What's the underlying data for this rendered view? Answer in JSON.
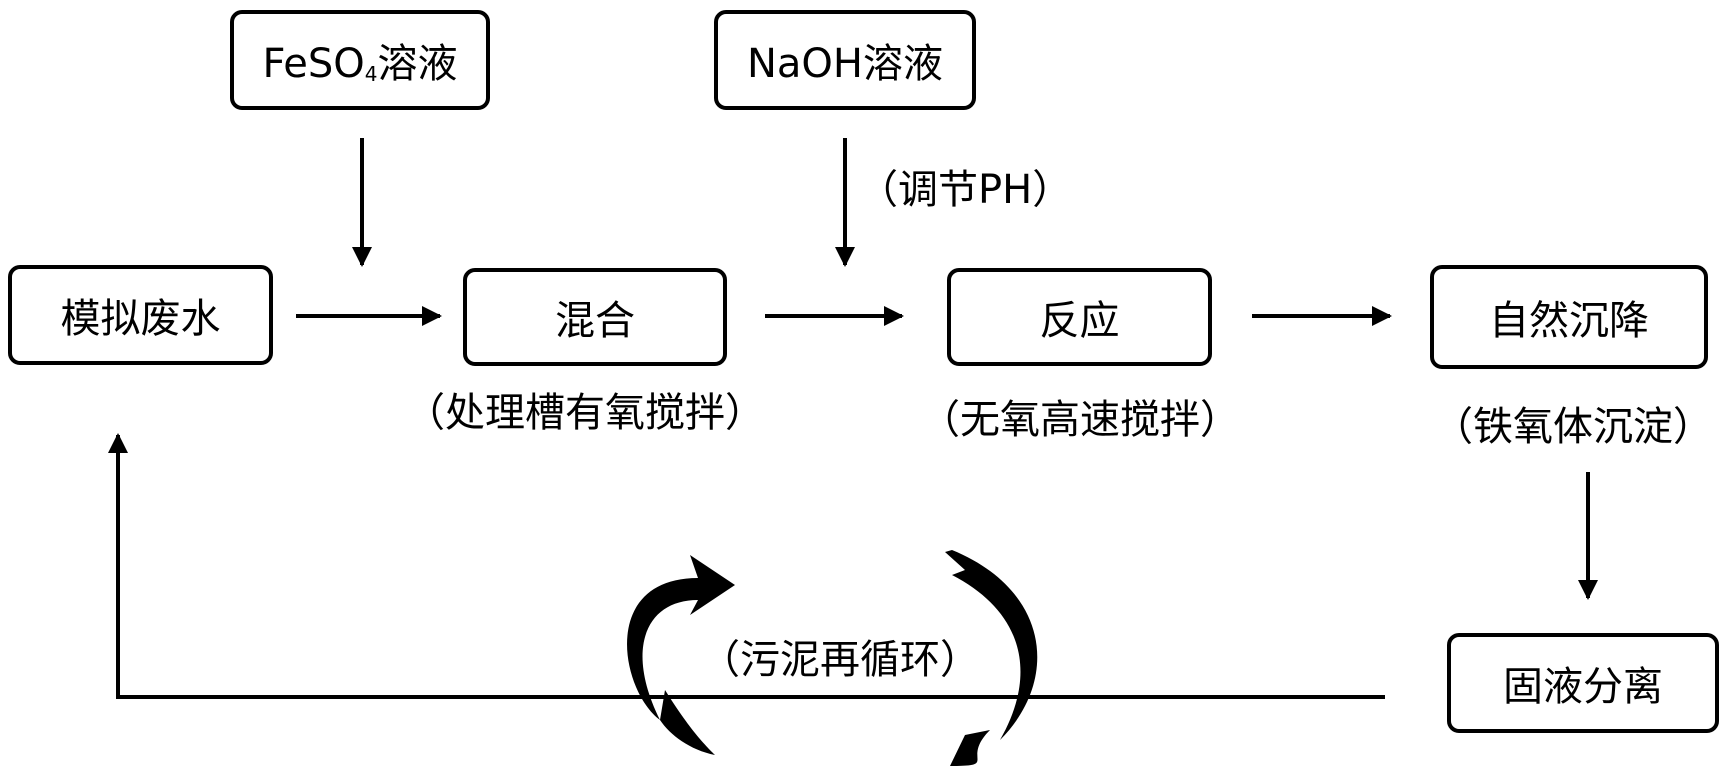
{
  "nodes": {
    "feso4": {
      "prefix": "FeSO",
      "sub": "4",
      "suffix": "溶液"
    },
    "naoh": "NaOH溶液",
    "wastewater": "模拟废水",
    "mixing": "混合",
    "reaction": "反应",
    "settling": "自然沉降",
    "separation": "固液分离"
  },
  "annotations": {
    "adjust_ph": "（调节PH）",
    "mixing_note": "（处理槽有氧搅拌）",
    "reaction_note": "（无氧高速搅拌）",
    "settling_note": "（铁氧体沉淀）",
    "recycle": "（污泥再循环）"
  }
}
